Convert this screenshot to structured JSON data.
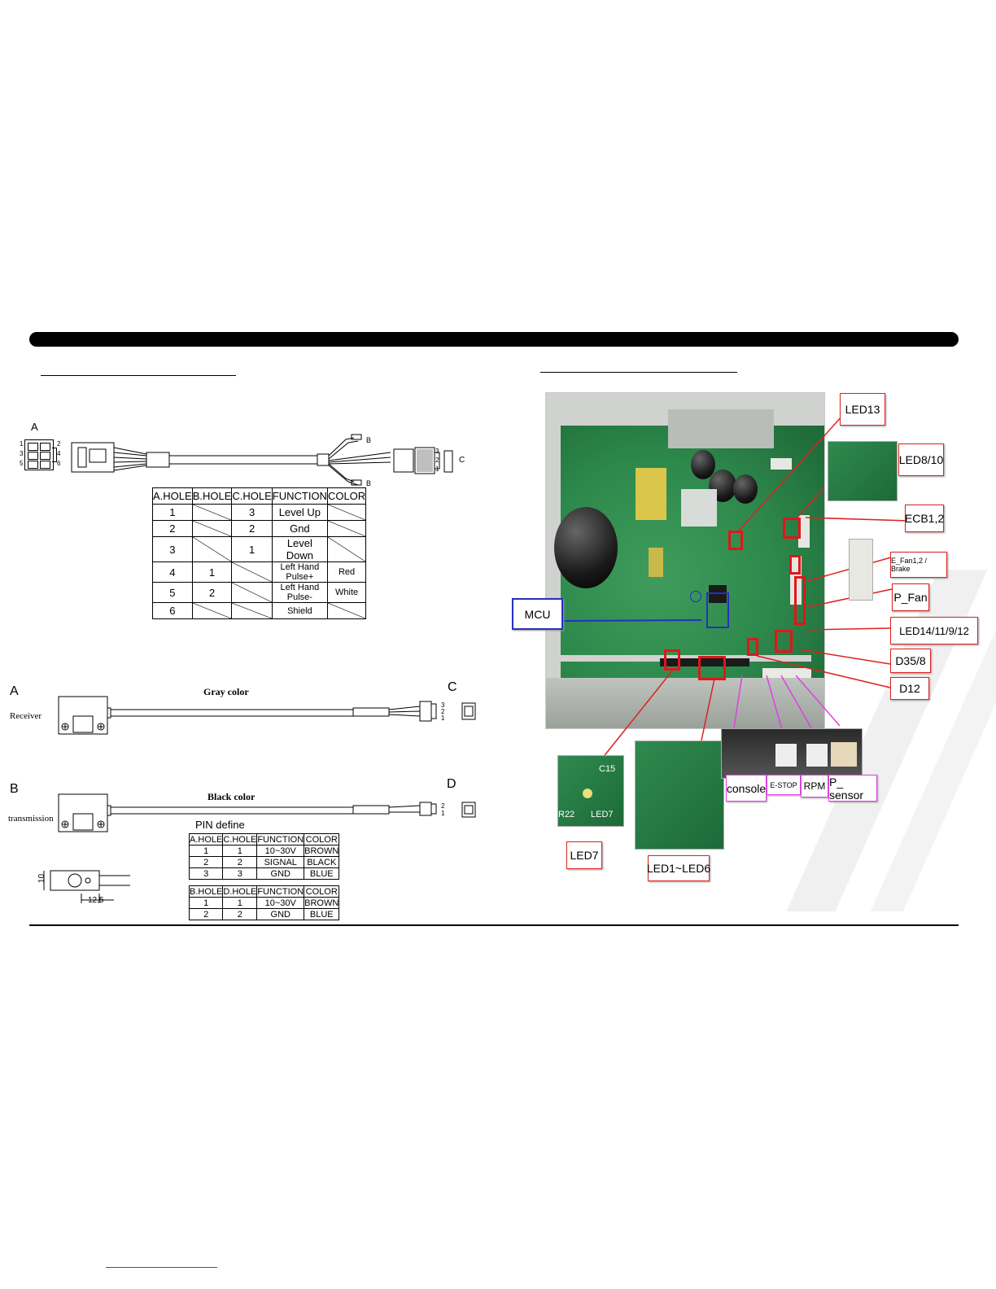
{
  "cable": {
    "labels": {
      "a": "A",
      "b_top": "B",
      "b_bottom": "B",
      "c": "C"
    },
    "a_pins": [
      "1",
      "2",
      "3",
      "4",
      "5",
      "6"
    ],
    "c_pins": [
      "3",
      "2",
      "1"
    ],
    "table": {
      "headers": [
        "A.HOLE",
        "B.HOLE",
        "C.HOLE",
        "FUNCTION",
        "COLOR"
      ],
      "rows": [
        [
          "1",
          "",
          "3",
          "Level Up",
          ""
        ],
        [
          "2",
          "",
          "2",
          "Gnd",
          ""
        ],
        [
          "3",
          "",
          "1",
          "Level Down",
          ""
        ],
        [
          "4",
          "1",
          "",
          "Left Hand Pulse+",
          "Red"
        ],
        [
          "5",
          "2",
          "",
          "Left Hand Pulse-",
          "White"
        ],
        [
          "6",
          "",
          "",
          "Shield",
          ""
        ]
      ]
    }
  },
  "sensor": {
    "a_label": "A",
    "receiver": "Receiver",
    "gray": "Gray color",
    "c_label": "C",
    "c_pins": [
      "3",
      "2",
      "1"
    ],
    "b_label": "B",
    "transmission": "transmission",
    "black": "Black color",
    "d_label": "D",
    "d_pins": [
      "2",
      "1"
    ],
    "pin_define": "PIN define",
    "dim_height": "10",
    "dim_width": "12.5",
    "table1": {
      "headers": [
        "A.HOLE",
        "C.HOLE",
        "FUNCTION",
        "COLOR"
      ],
      "rows": [
        [
          "1",
          "1",
          "10~30V",
          "BROWN"
        ],
        [
          "2",
          "2",
          "SIGNAL",
          "BLACK"
        ],
        [
          "3",
          "3",
          "GND",
          "BLUE"
        ]
      ]
    },
    "table2": {
      "headers": [
        "B.HOLE",
        "D.HOLE",
        "FUNCTION",
        "COLOR"
      ],
      "rows": [
        [
          "1",
          "1",
          "10~30V",
          "BROWN"
        ],
        [
          "2",
          "2",
          "GND",
          "BLUE"
        ]
      ]
    }
  },
  "board": {
    "callouts": {
      "led13": "LED13",
      "led8_10": "LED8/10",
      "ecb": "ECB1,2",
      "efan": "E_Fan1,2 / Brake",
      "pfan": "P_Fan",
      "led14": "LED14/11/9/12",
      "d35": "D35/8",
      "d12": "D12",
      "mcu": "MCU",
      "console": "console",
      "estop": "E-STOP",
      "rpm": "RPM",
      "psensor": "P_ sensor",
      "led7": "LED7",
      "led1_6": "LED1~LED6"
    },
    "inset_text": {
      "c15": "C15",
      "led7_silk": "LED7",
      "r22": "R22"
    }
  }
}
